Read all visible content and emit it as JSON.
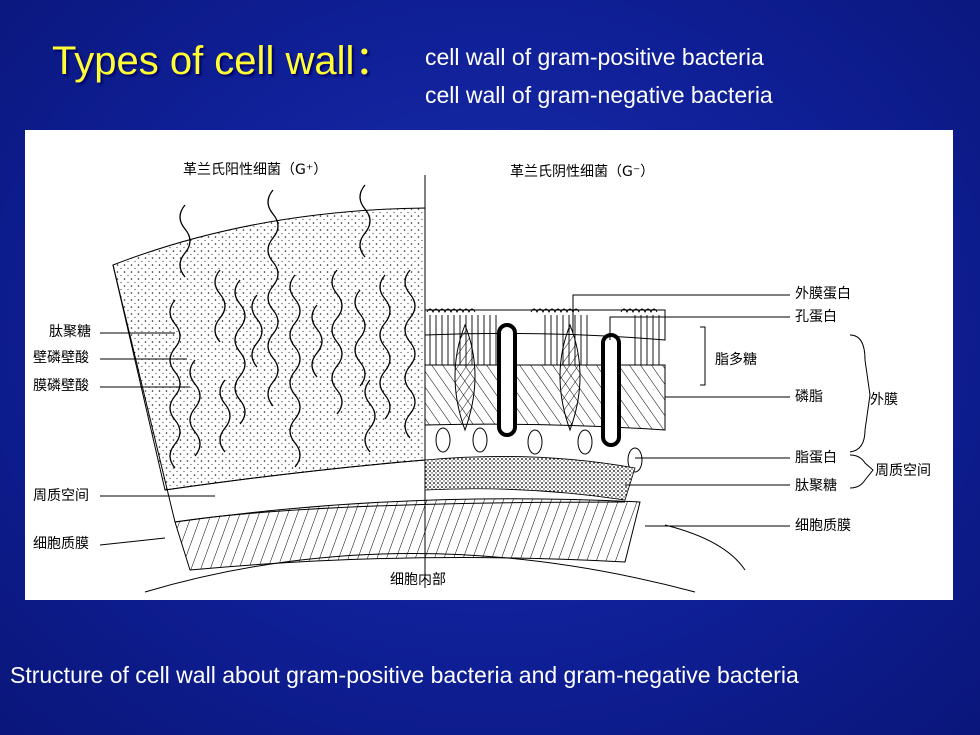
{
  "header": {
    "title": "Types of cell wall：",
    "subtitle_1": "cell wall of gram-positive bacteria",
    "subtitle_2": "cell wall of gram-negative bacteria"
  },
  "diagram": {
    "gram_positive_title": "革兰氏阳性细菌（G⁺）",
    "gram_negative_title": "革兰氏阴性细菌（G⁻）",
    "interior_label": "细胞内部",
    "left_labels": {
      "peptidoglycan": "肽聚糖",
      "teichoic_acid": "壁磷壁酸",
      "lipoteichoic_acid": "膜磷壁酸",
      "periplasmic_space": "周质空间",
      "cytoplasmic_membrane": "细胞质膜"
    },
    "right_labels": {
      "outer_membrane_protein": "外膜蛋白",
      "porin": "孔蛋白",
      "lipopolysaccharide": "脂多糖",
      "phospholipid": "磷脂",
      "outer_membrane": "外膜",
      "lipoprotein": "脂蛋白",
      "periplasmic_space": "周质空间",
      "peptidoglycan": "肽聚糖",
      "cytoplasmic_membrane": "细胞质膜"
    }
  },
  "caption": "Structure of cell wall about gram-positive bacteria and gram-negative bacteria",
  "colors": {
    "background": "#0f1f96",
    "title": "#ffff33",
    "text": "#ffffff"
  }
}
